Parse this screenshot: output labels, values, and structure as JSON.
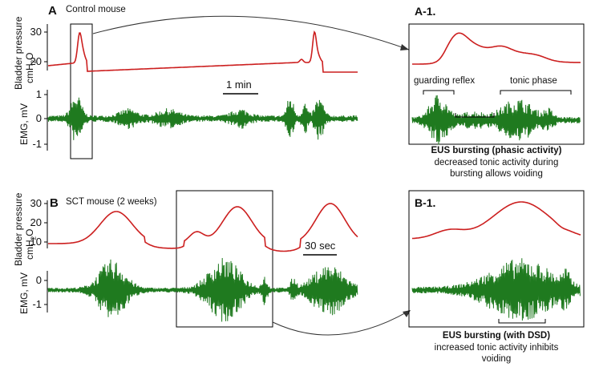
{
  "panelA": {
    "letter": "A",
    "title": "Control mouse",
    "ylabel_pressure": "Bladder pressure",
    "ylabel_pressure_unit": "cmH",
    "ylabel_pressure_sub": "2",
    "ylabel_pressure_tail": "O",
    "pressure_ticks": [
      "30",
      "20"
    ],
    "ylabel_emg": "EMG, mV",
    "emg_ticks": [
      "1",
      "0",
      "-1"
    ],
    "scale_bar": "1 min"
  },
  "panelA1": {
    "title": "A-1.",
    "label_guarding": "guarding reflex",
    "label_tonic": "tonic phase",
    "caption_bold": "EUS bursting (phasic activity)",
    "caption_line1": "decreased tonic activity during",
    "caption_line2": "bursting allows voiding"
  },
  "panelB": {
    "letter": "B",
    "title": "SCT mouse (2 weeks)",
    "ylabel_pressure": "Bladder pressure",
    "ylabel_pressure_unit": "cmH",
    "ylabel_pressure_sub": "2",
    "ylabel_pressure_tail": "O",
    "pressure_ticks": [
      "30",
      "20",
      "10"
    ],
    "ylabel_emg": "EMG, mV",
    "emg_ticks": [
      "0",
      "-1"
    ],
    "scale_bar": "30 sec"
  },
  "panelB1": {
    "title": "B-1.",
    "caption_bold": "EUS bursting (with DSD)",
    "caption_line1": "increased tonic activity inhibits",
    "caption_line2": "voiding"
  },
  "colors": {
    "pressure_trace": "#cc1f1f",
    "emg_trace": "#1f7a1f",
    "frame": "#000000"
  }
}
